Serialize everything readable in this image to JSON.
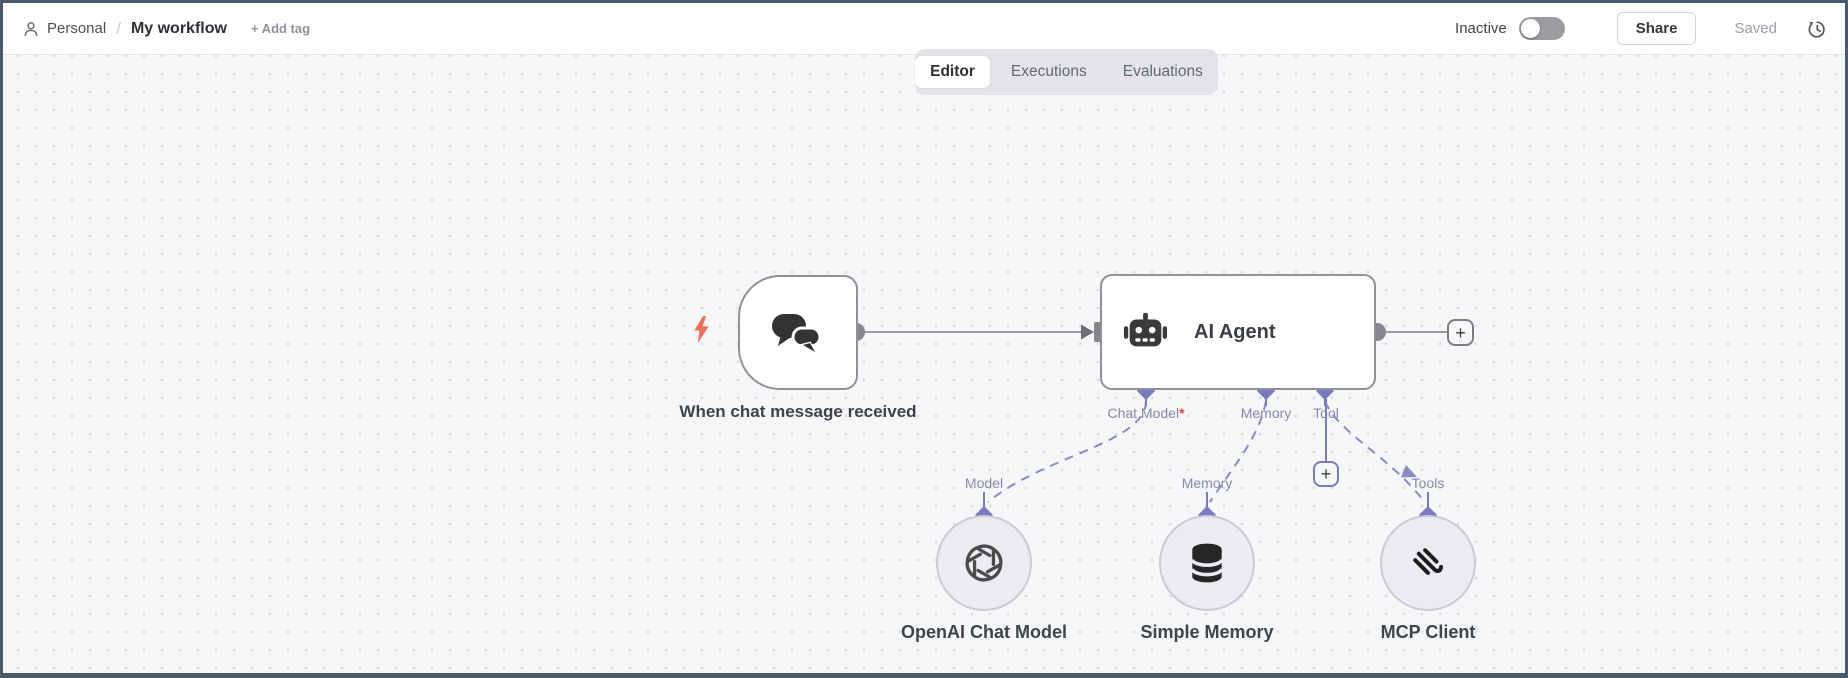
{
  "header": {
    "project_label": "Personal",
    "breadcrumb_separator": "/",
    "workflow_title": "My workflow",
    "add_tag_label": "+ Add tag",
    "activation": {
      "label": "Inactive",
      "state": "off"
    },
    "share_label": "Share",
    "save_status": "Saved"
  },
  "tabs": {
    "items": [
      {
        "label": "Editor",
        "active": true
      },
      {
        "label": "Executions",
        "active": false
      },
      {
        "label": "Evaluations",
        "active": false
      }
    ]
  },
  "canvas": {
    "plus_label": "+",
    "trigger": {
      "label": "When chat message received",
      "icon": "chat-bubbles-icon"
    },
    "agent": {
      "title": "AI Agent",
      "icon": "robot-icon",
      "ports": [
        {
          "label": "Chat Model",
          "required_marker": "*"
        },
        {
          "label": "Memory",
          "required_marker": ""
        },
        {
          "label": "Tool",
          "required_marker": ""
        }
      ]
    },
    "subnodes": [
      {
        "port_label": "Model",
        "label": "OpenAI Chat Model",
        "icon": "openai-icon"
      },
      {
        "port_label": "Memory",
        "label": "Simple Memory",
        "icon": "database-icon"
      },
      {
        "port_label": "Tools",
        "label": "MCP Client",
        "icon": "mcp-icon"
      }
    ]
  },
  "colors": {
    "accent_purple": "#7b79c2",
    "wire_gray": "#9a9b9f",
    "node_border": "#8f9196",
    "canvas_bg": "#f6f7f9",
    "required_red": "#e2484f",
    "trigger_bolt": "#f4705c",
    "toggle_off_bg": "#9b9ba1",
    "frame_border": "#48596c"
  }
}
